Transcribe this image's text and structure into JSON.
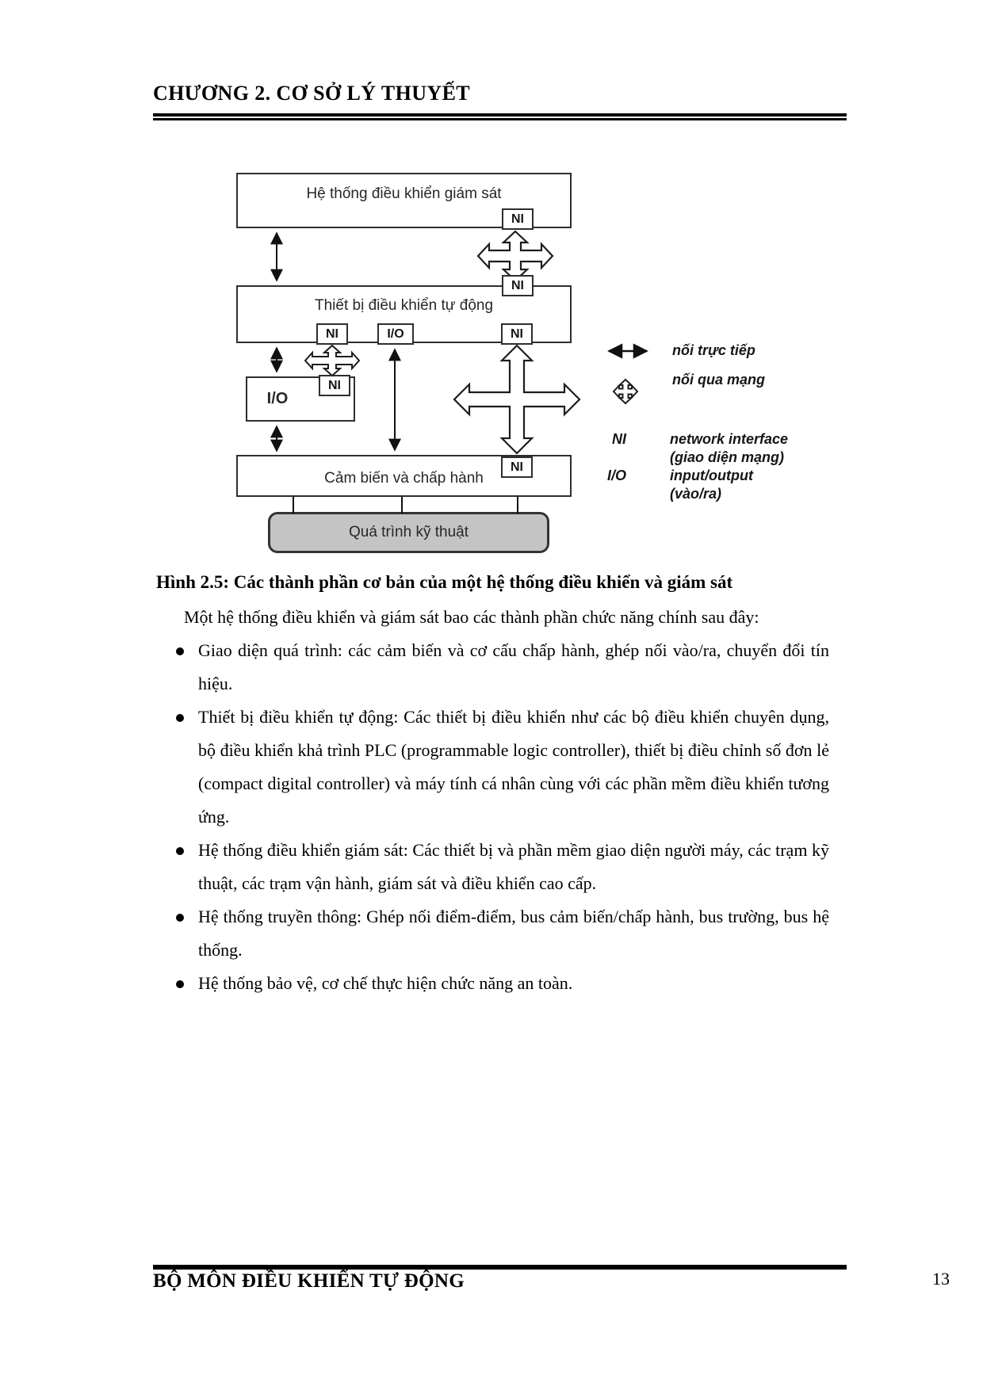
{
  "header": {
    "title": "CHƯƠNG 2. CƠ SỞ LÝ THUYẾT"
  },
  "diagram": {
    "boxes": {
      "supervisory": "Hệ thống điều khiển giám sát",
      "controller": "Thiết bị điều khiển tự động",
      "io": "I/O",
      "sensor": "Cảm biến và chấp hành",
      "process": "Quá trình kỹ thuật"
    },
    "tags": {
      "ni": "NI",
      "io": "I/O"
    },
    "legend": {
      "direct_label": "nối trực tiếp",
      "network_label": "nối qua mạng",
      "ni_abbr": "NI",
      "ni_line1": "network interface",
      "ni_line2": "(giao diện mạng)",
      "io_abbr": "I/O",
      "io_line1": "input/output",
      "io_line2": "(vào/ra)"
    },
    "colors": {
      "process_box_fill": "#c4c4c4",
      "line_color": "#111111"
    }
  },
  "content": {
    "caption": "Hình 2.5: Các thành phần cơ bản của một hệ thống điều khiển và giám sát",
    "intro": "Một hệ thống điều khiển và giám sát bao các thành phần chức năng chính sau đây:",
    "bullets": [
      "Giao diện quá trình: các cảm biến và cơ cấu chấp hành, ghép nối vào/ra, chuyển đổi tín hiệu.",
      "Thiết bị điều khiển tự động: Các thiết bị điều khiển như các bộ điều khiển chuyên dụng, bộ điều khiển khả trình PLC (programmable logic controller), thiết bị điều chỉnh số đơn lẻ (compact digital controller) và máy tính cá nhân cùng với các phần mềm điều khiển tương ứng.",
      "Hệ thống điều khiển giám sát: Các thiết bị và phần mềm giao diện người máy, các trạm kỹ thuật, các trạm vận hành, giám sát và điều khiển cao cấp.",
      "Hệ thống truyền thông: Ghép nối điểm-điểm, bus cảm biến/chấp hành, bus trường, bus hệ thống.",
      "Hệ thống bảo vệ, cơ chế thực hiện chức năng an toàn."
    ]
  },
  "footer": {
    "department": "BỘ MÔN ĐIỀU KHIỂN TỰ ĐỘNG",
    "page_number": "13"
  }
}
